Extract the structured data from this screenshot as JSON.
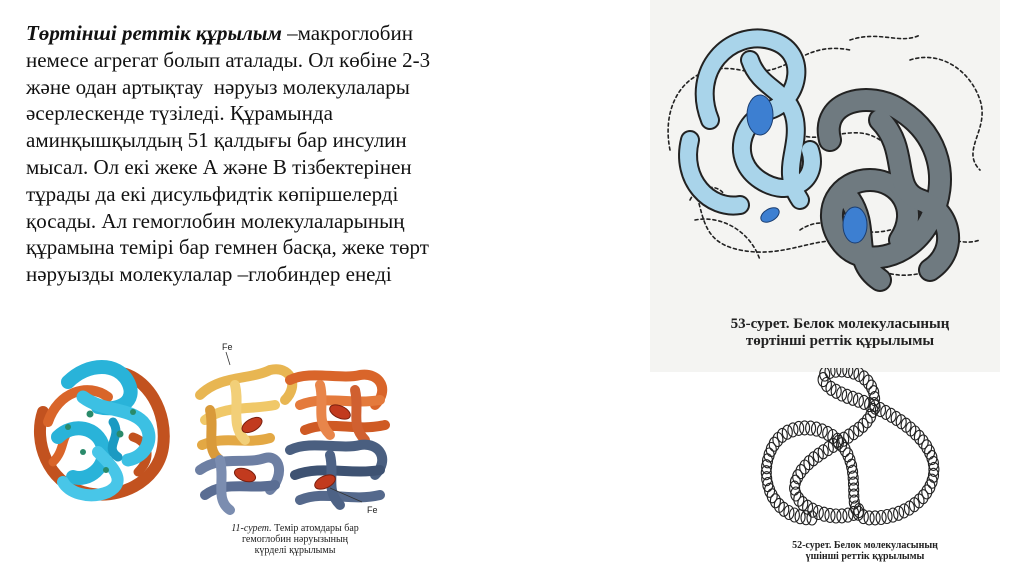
{
  "text": {
    "term": "Төртінші реттік құрылым",
    "lines": [
      " –макроглобин",
      "немесе агрегат болып аталады. Ол көбіне 2-3",
      "және одан артықтау  нәруыз молекулалары",
      "әсерлескенде түзіледі. Құрамында",
      "аминқышқылдың 51 қалдығы бар инсулин",
      "мысал. Ол екі жеке А және В тізбектерінен",
      "тұрады да екі дисульфидтік көпіршелерді",
      "қосады. Ал гемоглобин молекулаларының",
      "құрамына темірі бар гемнен басқа, жеке төрт",
      "нәруызды молекулалар –глобиндер енеді"
    ]
  },
  "figures": {
    "fig11": {
      "fe_top": "Fe",
      "fe_bottom": "Fe",
      "caption_num": "11-сурет.",
      "caption_l1": " Темір атомдары бар",
      "caption_l2": "гемоглобин нәруызының",
      "caption_l3": "күрделі құрылымы"
    },
    "fig53": {
      "caption_l1": "53-сурет. Белок молекуласының",
      "caption_l2": "төртінші реттік құрылымы"
    },
    "fig52": {
      "caption_l1": "52-сурет. Белок молекуласының",
      "caption_l2": "үшінші реттік құрылымы"
    }
  },
  "colors": {
    "light_blue": "#a9d4ea",
    "dark_gray": "#6f7a80",
    "cyan": "#29b3d9",
    "orange": "#d9652a",
    "yellow": "#e8b652",
    "slate": "#4a5f80"
  }
}
